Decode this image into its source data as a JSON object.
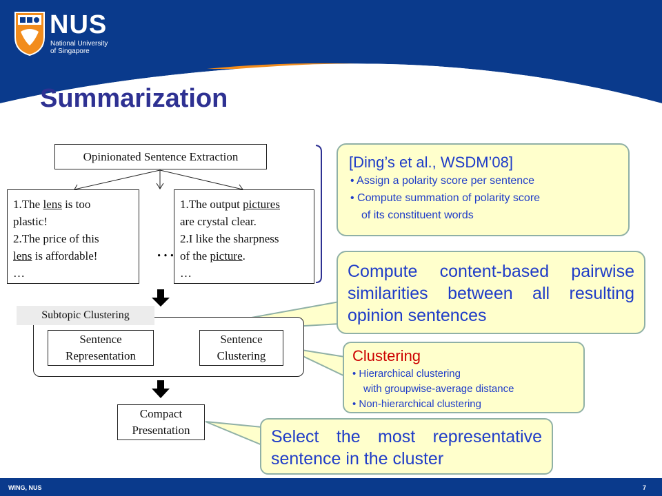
{
  "logo": {
    "name": "NUS",
    "line1": "National University",
    "line2": "of Singapore"
  },
  "slide": {
    "title": "Summarization",
    "footer": "WING, NUS",
    "page_number": "7"
  },
  "diagram": {
    "extraction_box": "Opinionated Sentence Extraction",
    "left_example": {
      "line1_pre": "1.The ",
      "line1_u": "lens",
      "line1_post": " is too",
      "line2": "plastic!",
      "line3": "2.The price of this",
      "line4_u": "lens",
      "line4_post": " is affordable!",
      "line5": "…"
    },
    "right_example": {
      "line1_pre": "1.The output ",
      "line1_u": "pictures",
      "line2": "are crystal clear.",
      "line3": "2.I like the sharpness",
      "line4_pre": "of the ",
      "line4_u": "picture",
      "line4_post": ".",
      "line5": "…"
    },
    "ellipsis": "…",
    "subtopic_label": "Subtopic Clustering",
    "sentence_representation_1": "Sentence",
    "sentence_representation_2": "Representation",
    "sentence_clustering_1": "Sentence",
    "sentence_clustering_2": "Clustering",
    "compact_1": "Compact",
    "compact_2": "Presentation"
  },
  "callouts": {
    "ding": {
      "title": "[Ding’s et al., WSDM’08]",
      "bullet1": "•  Assign a polarity score per sentence",
      "bullet2": "•  Compute summation of polarity score",
      "bullet2_cont": "of its constituent words"
    },
    "similarity": {
      "line1": "Compute content-based pairwise",
      "line2": "similarities between all resulting",
      "line3": "opinion sentences"
    },
    "clustering": {
      "title": "Clustering",
      "bullet1": "• Hierarchical clustering",
      "bullet1_cont": "with groupwise-average distance",
      "bullet2": "• Non-hierarchical clustering"
    },
    "select": {
      "line1": "Select the most representative",
      "line2": "sentence in the cluster"
    }
  },
  "colors": {
    "title": "#2e3192",
    "header_blue": "#0a3a8c",
    "header_orange": "#f28c1c",
    "callout_fill": "#ffffcc",
    "callout_border": "#8fb0a6",
    "callout_text_blue": "#1f3cc8",
    "clustering_title": "#cc0000",
    "bracket": "#2e3192"
  }
}
